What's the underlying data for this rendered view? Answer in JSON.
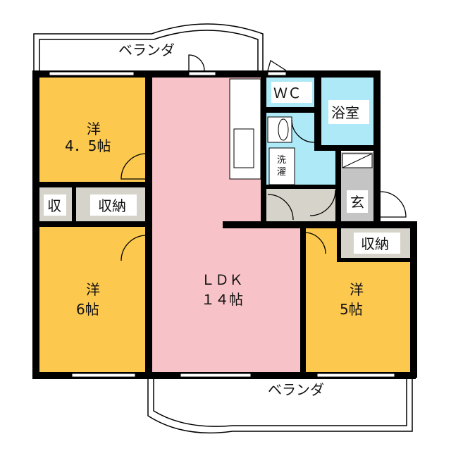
{
  "balcony_top": "ベランダ",
  "balcony_bottom": "ベランダ",
  "rooms": {
    "western_4_5": {
      "line1": "洋",
      "line2": "4．5帖"
    },
    "western_6": {
      "line1": "洋",
      "line2": "6帖"
    },
    "western_5": {
      "line1": "洋",
      "line2": "5帖"
    },
    "ldk": {
      "line1": "ＬＤＫ",
      "line2": "１４帖"
    },
    "wc": "ＷＣ",
    "bath": "浴室",
    "laundry": {
      "line1": "洗",
      "line2": "濯"
    },
    "entrance": "玄",
    "storage_small": "収",
    "storage_left": "収納",
    "storage_right": "収納"
  },
  "colors": {
    "western": "#FCC84E",
    "ldk": "#F8C3C8",
    "wet": "#AEE9F7",
    "hall": "#D6D4CA",
    "entrance": "#C4C4C4",
    "wall": "#000000"
  }
}
